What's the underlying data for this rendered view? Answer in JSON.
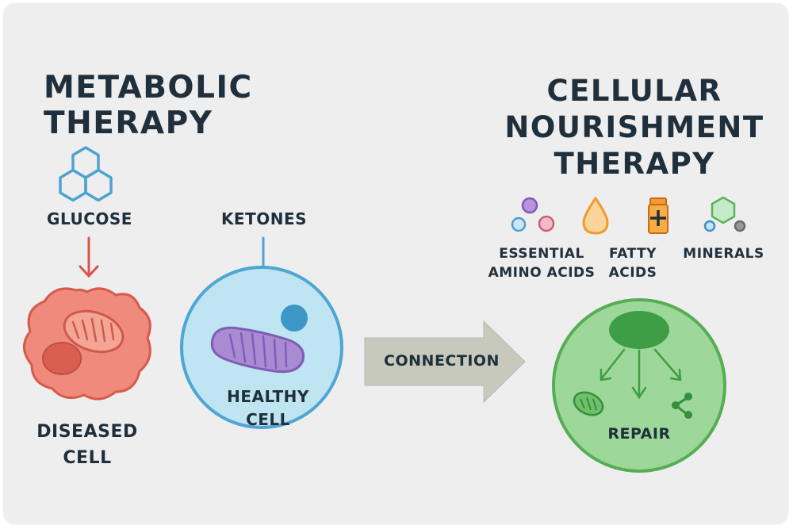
{
  "titles": {
    "left": "METABOLIC THERAPY",
    "right": "CELLULAR\nNOURISHMENT\nTHERAPY"
  },
  "labels": {
    "glucose": "GLUCOSE",
    "ketones": "KETONES",
    "diseased_cell": "DISEASED\nCELL",
    "healthy_cell": "HEALTHY\nCELL",
    "connection": "CONNECTION",
    "essential_amino_acids": "ESSENTIAL\nAMINO ACIDS",
    "fatty_acids": "FATTY\nACIDS",
    "minerals": "MINERALS",
    "repair": "REPAIR"
  },
  "icons": {
    "glucose": "hexagon-cluster-icon",
    "amino_acids": "molecule-dots-icon",
    "fatty_acids": "droplet-icon",
    "vitamins": "medicine-bottle-icon",
    "minerals": "hexagon-molecule-icon",
    "repair_mitochondrion": "mitochondrion-icon",
    "repair_network": "molecule-network-icon"
  },
  "colors": {
    "title_text": "#1f2f3c",
    "diseased_cell": "#ef8a7c",
    "diseased_arrow": "#d8544a",
    "healthy_cell": "#bfe4f2",
    "healthy_border": "#4fa6d3",
    "mitochondrion": "#a98bd3",
    "nourished_cell": "#9dd79a",
    "nourished_border": "#55ae54",
    "connection_arrow": "#c8c9bd"
  }
}
